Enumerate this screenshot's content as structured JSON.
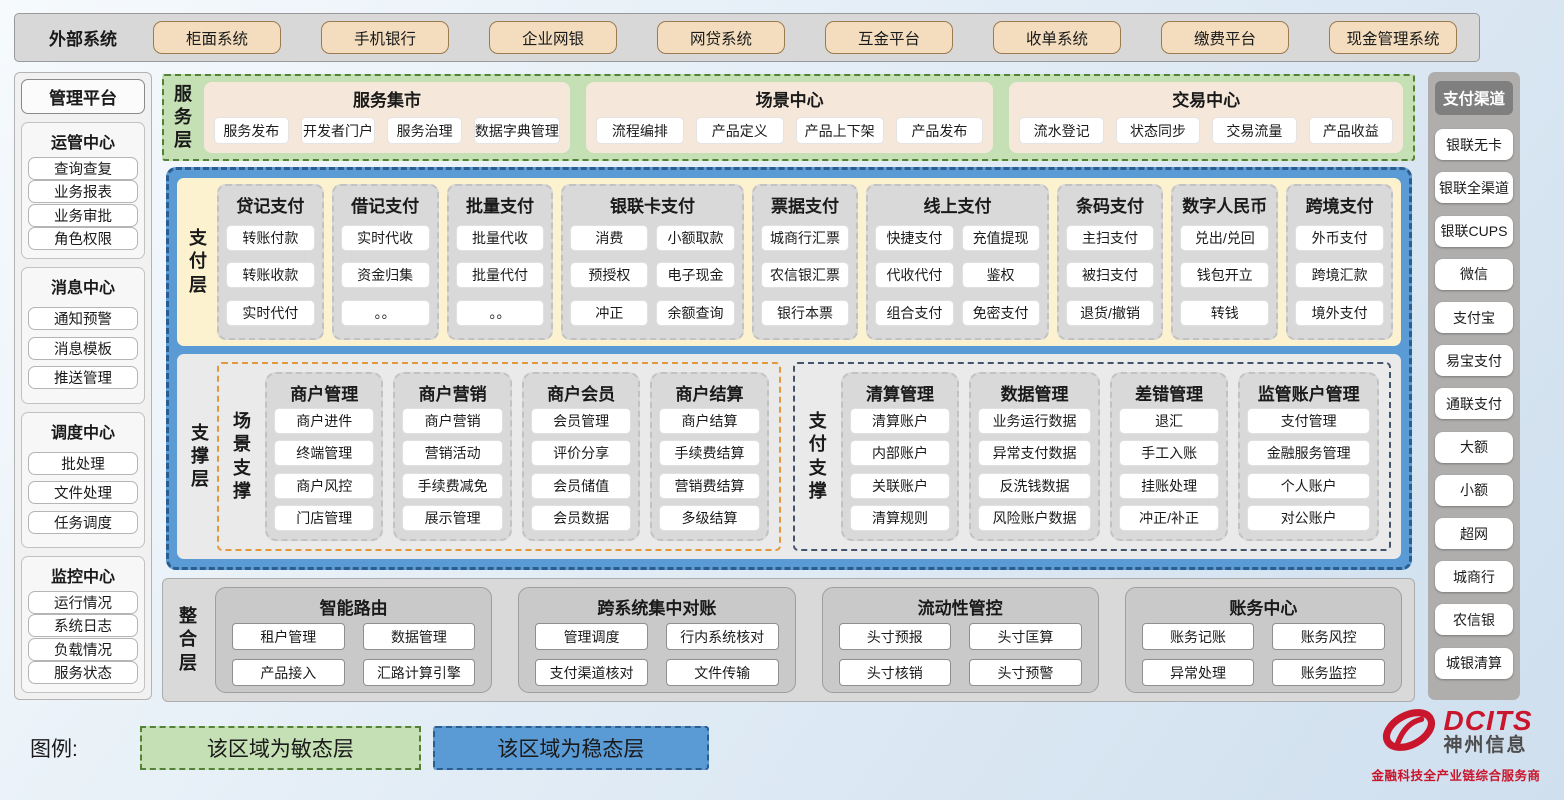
{
  "external_systems": {
    "label": "外部系统",
    "systems": [
      "柜面系统",
      "手机银行",
      "企业网银",
      "网贷系统",
      "互金平台",
      "收单系统",
      "缴费平台",
      "现金管理系统"
    ]
  },
  "management_platform": {
    "title": "管理平台",
    "groups": [
      {
        "title": "运管中心",
        "items": [
          "查询查复",
          "业务报表",
          "业务审批",
          "角色权限"
        ]
      },
      {
        "title": "消息中心",
        "items": [
          "通知预警",
          "消息模板",
          "推送管理"
        ]
      },
      {
        "title": "调度中心",
        "items": [
          "批处理",
          "文件处理",
          "任务调度"
        ]
      },
      {
        "title": "监控中心",
        "items": [
          "运行情况",
          "系统日志",
          "负载情况",
          "服务状态"
        ]
      }
    ]
  },
  "service_layer": {
    "label": "服务层",
    "panels": [
      {
        "title": "服务集市",
        "items": [
          "服务发布",
          "开发者门户",
          "服务治理",
          "数据字典管理"
        ]
      },
      {
        "title": "场景中心",
        "items": [
          "流程编排",
          "产品定义",
          "产品上下架",
          "产品发布"
        ]
      },
      {
        "title": "交易中心",
        "items": [
          "流水登记",
          "状态同步",
          "交易流量",
          "产品收益"
        ]
      }
    ]
  },
  "payment_layer": {
    "label": "支付层",
    "columns": [
      {
        "title": "贷记支付",
        "items": [
          "转账付款",
          "转账收款",
          "实时代付"
        ]
      },
      {
        "title": "借记支付",
        "items": [
          "实时代收",
          "资金归集",
          "。。"
        ]
      },
      {
        "title": "批量支付",
        "items": [
          "批量代收",
          "批量代付",
          "。。"
        ]
      },
      {
        "title": "银联卡支付",
        "items": [
          "消费",
          "小额取款",
          "预授权",
          "电子现金",
          "冲正",
          "余额查询"
        ]
      },
      {
        "title": "票据支付",
        "items": [
          "城商行汇票",
          "农信银汇票",
          "银行本票"
        ]
      },
      {
        "title": "线上支付",
        "items": [
          "快捷支付",
          "充值提现",
          "代收代付",
          "鉴权",
          "组合支付",
          "免密支付"
        ]
      },
      {
        "title": "条码支付",
        "items": [
          "主扫支付",
          "被扫支付",
          "退货/撤销"
        ]
      },
      {
        "title": "数字人民币",
        "items": [
          "兑出/兑回",
          "钱包开立",
          "转钱"
        ]
      },
      {
        "title": "跨境支付",
        "items": [
          "外币支付",
          "跨境汇款",
          "境外支付"
        ]
      }
    ]
  },
  "support_layer": {
    "label": "支撑层",
    "scene_group": {
      "label": "场景支撑",
      "columns": [
        {
          "title": "商户管理",
          "items": [
            "商户进件",
            "终端管理",
            "商户风控",
            "门店管理"
          ]
        },
        {
          "title": "商户营销",
          "items": [
            "商户营销",
            "营销活动",
            "手续费减免",
            "展示管理"
          ]
        },
        {
          "title": "商户会员",
          "items": [
            "会员管理",
            "评价分享",
            "会员储值",
            "会员数据"
          ]
        },
        {
          "title": "商户结算",
          "items": [
            "商户结算",
            "手续费结算",
            "营销费结算",
            "多级结算"
          ]
        }
      ]
    },
    "pay_group": {
      "label": "支付支撑",
      "columns": [
        {
          "title": "清算管理",
          "items": [
            "清算账户",
            "内部账户",
            "关联账户",
            "清算规则"
          ]
        },
        {
          "title": "数据管理",
          "items": [
            "业务运行数据",
            "异常支付数据",
            "反洗钱数据",
            "风险账户数据"
          ]
        },
        {
          "title": "差错管理",
          "items": [
            "退汇",
            "手工入账",
            "挂账处理",
            "冲正/补正"
          ]
        },
        {
          "title": "监管账户管理",
          "items": [
            "支付管理",
            "金融服务管理",
            "个人账户",
            "对公账户"
          ]
        }
      ]
    }
  },
  "integration_layer": {
    "label": "整合层",
    "panels": [
      {
        "title": "智能路由",
        "items": [
          "租户管理",
          "数据管理",
          "产品接入",
          "汇路计算引擎"
        ]
      },
      {
        "title": "跨系统集中对账",
        "items": [
          "管理调度",
          "行内系统核对",
          "支付渠道核对",
          "文件传输"
        ]
      },
      {
        "title": "流动性管控",
        "items": [
          "头寸预报",
          "头寸匡算",
          "头寸核销",
          "头寸预警"
        ]
      },
      {
        "title": "账务中心",
        "items": [
          "账务记账",
          "账务风控",
          "异常处理",
          "账务监控"
        ]
      }
    ]
  },
  "payment_channels": {
    "title": "支付渠道",
    "channels": [
      "银联无卡",
      "银联全渠道",
      "银联CUPS",
      "微信",
      "支付宝",
      "易宝支付",
      "通联支付",
      "大额",
      "小额",
      "超网",
      "城商行",
      "农信银",
      "城银清算"
    ]
  },
  "legend": {
    "label": "图例:",
    "agile": "该区域为敏态层",
    "stable": "该区域为稳态层"
  },
  "branding": {
    "logo_text": "DCITS",
    "company": "神州信息",
    "tagline": "金融科技全产业链综合服务商"
  },
  "colors": {
    "agile_green": "#c5e0b4",
    "agile_border": "#538135",
    "stable_blue": "#5b9bd5",
    "stable_border": "#2b5d8f",
    "brand_red": "#c9162c"
  }
}
